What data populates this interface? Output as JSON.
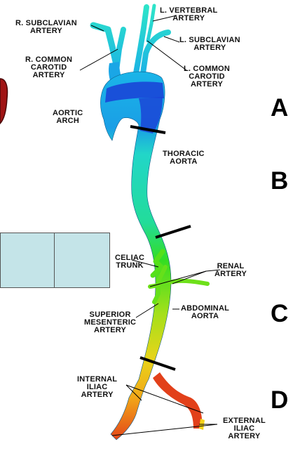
{
  "labels": {
    "r_subclavian": "R. SUBCLAVIAN\nARTERY",
    "l_vertebral": "L. VERTEBRAL\nARTERY",
    "l_subclavian": "L. SUBCLAVIAN\nARTERY",
    "r_common_carotid": "R. COMMON\nCAROTID\nARTERY",
    "l_common_carotid": "L. COMMON\nCAROTID\nARTERY",
    "aortic_arch": "AORTIC\nARCH",
    "thoracic_aorta": "THORACIC\nAORTA",
    "celiac_trunk": "CELIAC\nTRUNK",
    "renal_artery": "RENAL\nARTERY",
    "superior_mesenteric": "SUPERIOR\nMESENTERIC\nARTERY",
    "abdominal_aorta": "ABDOMINAL\nAORTA",
    "internal_iliac": "INTERNAL\nILIAC\nARTERY",
    "external_iliac": "EXTERNAL\nILIAC\nARTERY"
  },
  "segments": [
    "A",
    "B",
    "C",
    "D"
  ],
  "colors": {
    "arch_light": "#1ab8e8",
    "arch_dark": "#1a3fd6",
    "thoracic": "#22d6b8",
    "abdominal_green": "#33dd22",
    "abdominal_yellow": "#c8e01a",
    "iliac_orange": "#f2a818",
    "iliac_red": "#e2401a",
    "table_fill": "#c4e4e8"
  }
}
